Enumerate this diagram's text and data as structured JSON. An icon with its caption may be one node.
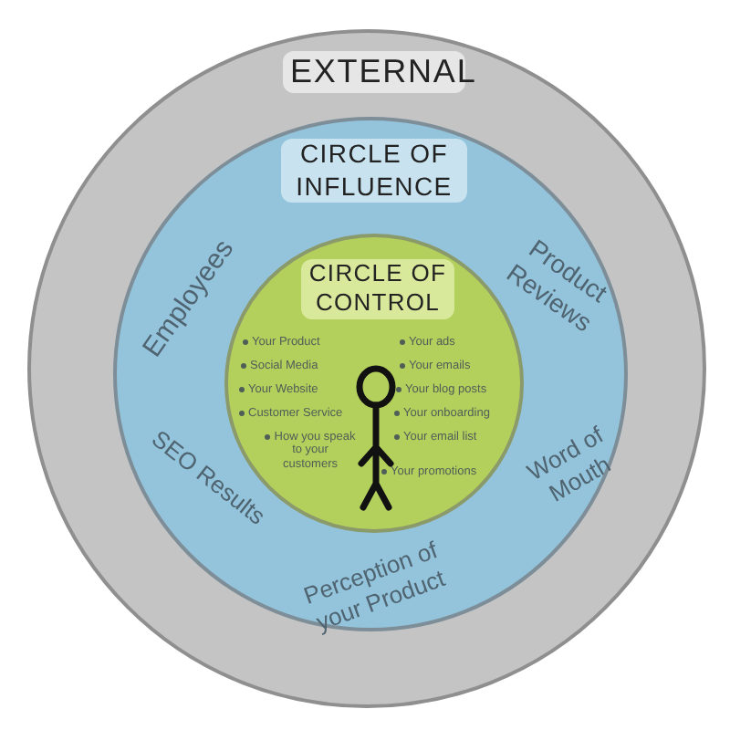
{
  "diagram": {
    "nodes": [
      {
        "text": [
          "EXTERNAL"
        ]
      },
      {
        "text": [
          "CIRCLE OF INFLUENCE",
          "Employees",
          "Product Reviews",
          "SEO Results",
          "Word of Mouth",
          "Perception of your Product"
        ],
        "in": 0
      },
      {
        "text": [
          "CIRCLE OF CONTROL",
          "Your Product",
          "Social Media",
          "Your Website",
          "Customer Service",
          "How you speak to your customers",
          "Your ads",
          "Your emails",
          "Your blog posts",
          "Your onboarding",
          "Your email list",
          "Your promotions"
        ],
        "in": 1
      }
    ]
  }
}
